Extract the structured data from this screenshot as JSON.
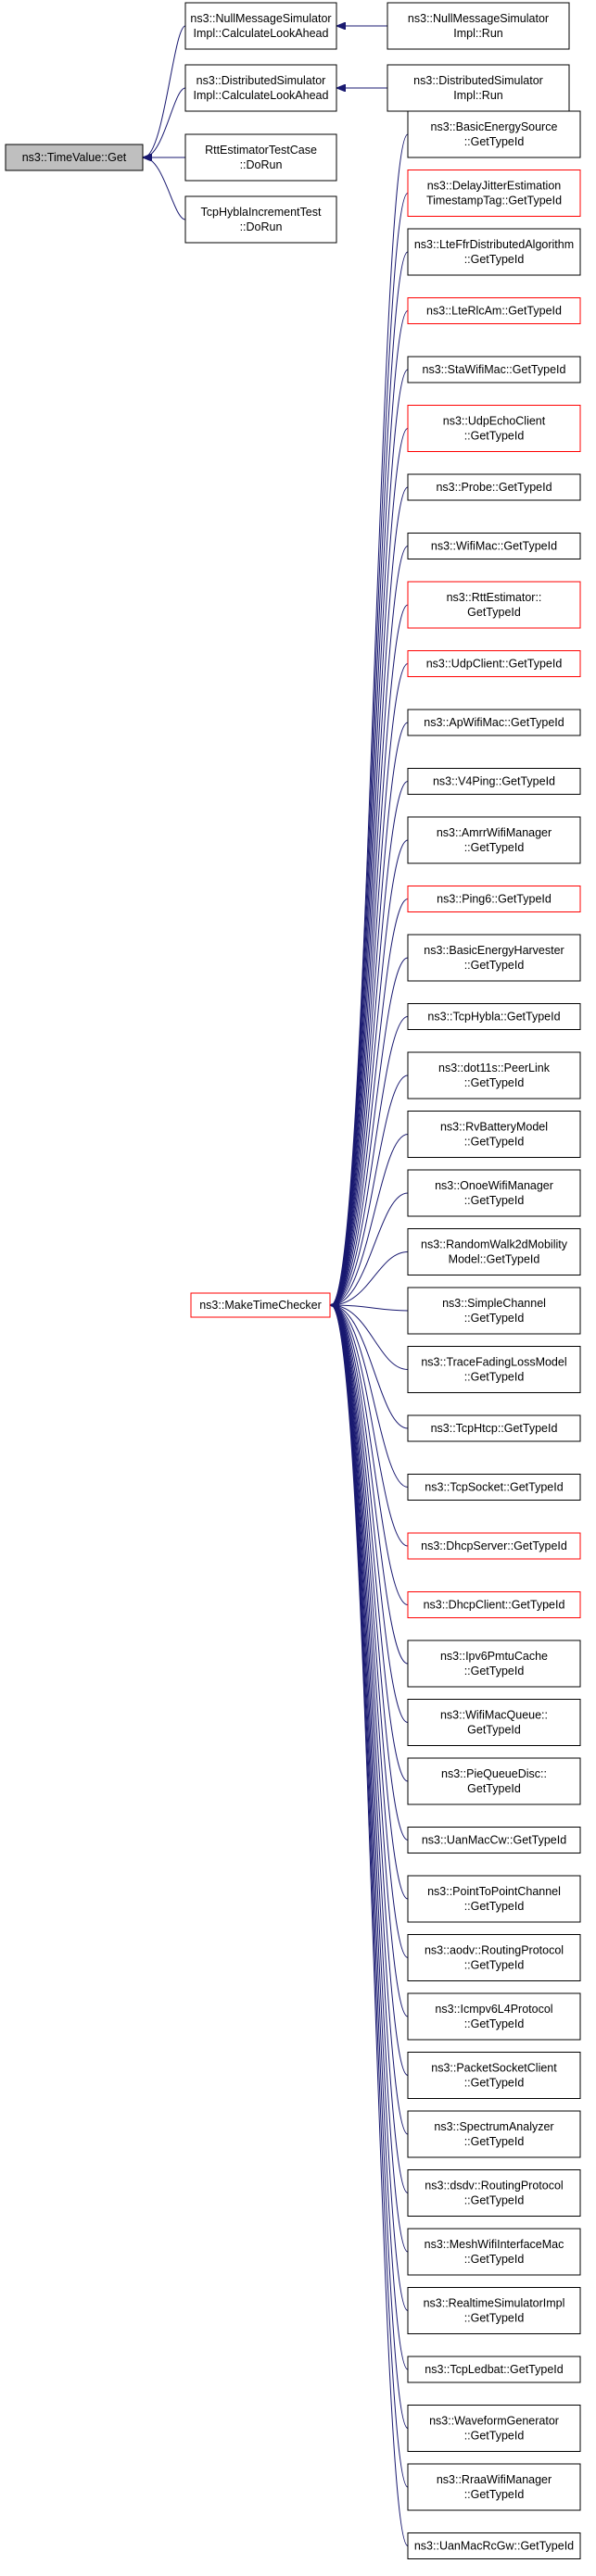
{
  "diagram": {
    "type": "caller-graph",
    "colors": {
      "edge": "#191970",
      "focus_fill": "#bfbfbf",
      "red_border": "#ff0000",
      "black_border": "#000000"
    },
    "nodes": [
      {
        "id": "timevalue_get",
        "lines": [
          "ns3::TimeValue::Get"
        ],
        "style": "focus"
      },
      {
        "id": "nullmsg_lookahead",
        "lines": [
          "ns3::NullMessageSimulator",
          "Impl::CalculateLookAhead"
        ],
        "style": "black"
      },
      {
        "id": "nullmsg_run",
        "lines": [
          "ns3::NullMessageSimulator",
          "Impl::Run"
        ],
        "style": "black"
      },
      {
        "id": "distsim_lookahead",
        "lines": [
          "ns3::DistributedSimulator",
          "Impl::CalculateLookAhead"
        ],
        "style": "black"
      },
      {
        "id": "distsim_run",
        "lines": [
          "ns3::DistributedSimulator",
          "Impl::Run"
        ],
        "style": "black"
      },
      {
        "id": "rttest_dorun",
        "lines": [
          "RttEstimatorTestCase",
          "::DoRun"
        ],
        "style": "black"
      },
      {
        "id": "tcphybla_dorun",
        "lines": [
          "TcpHyblaIncrementTest",
          "::DoRun"
        ],
        "style": "black"
      },
      {
        "id": "maketimechecker",
        "lines": [
          "ns3::MakeTimeChecker"
        ],
        "style": "red"
      },
      {
        "id": "c1",
        "lines": [
          "ns3::BasicEnergySource",
          "::GetTypeId"
        ],
        "style": "black"
      },
      {
        "id": "c2",
        "lines": [
          "ns3::DelayJitterEstimation",
          "TimestampTag::GetTypeId"
        ],
        "style": "red"
      },
      {
        "id": "c3",
        "lines": [
          "ns3::LteFfrDistributedAlgorithm",
          "::GetTypeId"
        ],
        "style": "black"
      },
      {
        "id": "c4",
        "lines": [
          "ns3::LteRlcAm::GetTypeId"
        ],
        "style": "red"
      },
      {
        "id": "c5",
        "lines": [
          "ns3::StaWifiMac::GetTypeId"
        ],
        "style": "black"
      },
      {
        "id": "c6",
        "lines": [
          "ns3::UdpEchoClient",
          "::GetTypeId"
        ],
        "style": "red"
      },
      {
        "id": "c7",
        "lines": [
          "ns3::Probe::GetTypeId"
        ],
        "style": "black"
      },
      {
        "id": "c8",
        "lines": [
          "ns3::WifiMac::GetTypeId"
        ],
        "style": "black"
      },
      {
        "id": "c9",
        "lines": [
          "ns3::RttEstimator::",
          "GetTypeId"
        ],
        "style": "red"
      },
      {
        "id": "c10",
        "lines": [
          "ns3::UdpClient::GetTypeId"
        ],
        "style": "red"
      },
      {
        "id": "c11",
        "lines": [
          "ns3::ApWifiMac::GetTypeId"
        ],
        "style": "black"
      },
      {
        "id": "c12",
        "lines": [
          "ns3::V4Ping::GetTypeId"
        ],
        "style": "black"
      },
      {
        "id": "c13",
        "lines": [
          "ns3::AmrrWifiManager",
          "::GetTypeId"
        ],
        "style": "black"
      },
      {
        "id": "c14",
        "lines": [
          "ns3::Ping6::GetTypeId"
        ],
        "style": "red"
      },
      {
        "id": "c15",
        "lines": [
          "ns3::BasicEnergyHarvester",
          "::GetTypeId"
        ],
        "style": "black"
      },
      {
        "id": "c16",
        "lines": [
          "ns3::TcpHybla::GetTypeId"
        ],
        "style": "black"
      },
      {
        "id": "c17",
        "lines": [
          "ns3::dot11s::PeerLink",
          "::GetTypeId"
        ],
        "style": "black"
      },
      {
        "id": "c18",
        "lines": [
          "ns3::RvBatteryModel",
          "::GetTypeId"
        ],
        "style": "black"
      },
      {
        "id": "c19",
        "lines": [
          "ns3::OnoeWifiManager",
          "::GetTypeId"
        ],
        "style": "black"
      },
      {
        "id": "c20",
        "lines": [
          "ns3::RandomWalk2dMobility",
          "Model::GetTypeId"
        ],
        "style": "black"
      },
      {
        "id": "c21",
        "lines": [
          "ns3::SimpleChannel",
          "::GetTypeId"
        ],
        "style": "black"
      },
      {
        "id": "c22",
        "lines": [
          "ns3::TraceFadingLossModel",
          "::GetTypeId"
        ],
        "style": "black"
      },
      {
        "id": "c23",
        "lines": [
          "ns3::TcpHtcp::GetTypeId"
        ],
        "style": "black"
      },
      {
        "id": "c24",
        "lines": [
          "ns3::TcpSocket::GetTypeId"
        ],
        "style": "black"
      },
      {
        "id": "c25",
        "lines": [
          "ns3::DhcpServer::GetTypeId"
        ],
        "style": "red"
      },
      {
        "id": "c26",
        "lines": [
          "ns3::DhcpClient::GetTypeId"
        ],
        "style": "red"
      },
      {
        "id": "c27",
        "lines": [
          "ns3::Ipv6PmtuCache",
          "::GetTypeId"
        ],
        "style": "black"
      },
      {
        "id": "c28",
        "lines": [
          "ns3::WifiMacQueue::",
          "GetTypeId"
        ],
        "style": "black"
      },
      {
        "id": "c29",
        "lines": [
          "ns3::PieQueueDisc::",
          "GetTypeId"
        ],
        "style": "black"
      },
      {
        "id": "c30",
        "lines": [
          "ns3::UanMacCw::GetTypeId"
        ],
        "style": "black"
      },
      {
        "id": "c31",
        "lines": [
          "ns3::PointToPointChannel",
          "::GetTypeId"
        ],
        "style": "black"
      },
      {
        "id": "c32",
        "lines": [
          "ns3::aodv::RoutingProtocol",
          "::GetTypeId"
        ],
        "style": "black"
      },
      {
        "id": "c33",
        "lines": [
          "ns3::Icmpv6L4Protocol",
          "::GetTypeId"
        ],
        "style": "black"
      },
      {
        "id": "c34",
        "lines": [
          "ns3::PacketSocketClient",
          "::GetTypeId"
        ],
        "style": "black"
      },
      {
        "id": "c35",
        "lines": [
          "ns3::SpectrumAnalyzer",
          "::GetTypeId"
        ],
        "style": "black"
      },
      {
        "id": "c36",
        "lines": [
          "ns3::dsdv::RoutingProtocol",
          "::GetTypeId"
        ],
        "style": "black"
      },
      {
        "id": "c37",
        "lines": [
          "ns3::MeshWifiInterfaceMac",
          "::GetTypeId"
        ],
        "style": "black"
      },
      {
        "id": "c38",
        "lines": [
          "ns3::RealtimeSimulatorImpl",
          "::GetTypeId"
        ],
        "style": "black"
      },
      {
        "id": "c39",
        "lines": [
          "ns3::TcpLedbat::GetTypeId"
        ],
        "style": "black"
      },
      {
        "id": "c40",
        "lines": [
          "ns3::WaveformGenerator",
          "::GetTypeId"
        ],
        "style": "black"
      },
      {
        "id": "c41",
        "lines": [
          "ns3::RraaWifiManager",
          "::GetTypeId"
        ],
        "style": "black"
      },
      {
        "id": "c42",
        "lines": [
          "ns3::UanMacRcGw::GetTypeId"
        ],
        "style": "black"
      }
    ],
    "edges": [
      {
        "from": "nullmsg_lookahead",
        "to": "timevalue_get"
      },
      {
        "from": "distsim_lookahead",
        "to": "timevalue_get"
      },
      {
        "from": "rttest_dorun",
        "to": "timevalue_get"
      },
      {
        "from": "tcphybla_dorun",
        "to": "timevalue_get"
      },
      {
        "from": "nullmsg_run",
        "to": "nullmsg_lookahead"
      },
      {
        "from": "distsim_run",
        "to": "distsim_lookahead"
      },
      {
        "from": "c1",
        "to": "maketimechecker"
      },
      {
        "from": "c2",
        "to": "maketimechecker"
      },
      {
        "from": "c3",
        "to": "maketimechecker"
      },
      {
        "from": "c4",
        "to": "maketimechecker"
      },
      {
        "from": "c5",
        "to": "maketimechecker"
      },
      {
        "from": "c6",
        "to": "maketimechecker"
      },
      {
        "from": "c7",
        "to": "maketimechecker"
      },
      {
        "from": "c8",
        "to": "maketimechecker"
      },
      {
        "from": "c9",
        "to": "maketimechecker"
      },
      {
        "from": "c10",
        "to": "maketimechecker"
      },
      {
        "from": "c11",
        "to": "maketimechecker"
      },
      {
        "from": "c12",
        "to": "maketimechecker"
      },
      {
        "from": "c13",
        "to": "maketimechecker"
      },
      {
        "from": "c14",
        "to": "maketimechecker"
      },
      {
        "from": "c15",
        "to": "maketimechecker"
      },
      {
        "from": "c16",
        "to": "maketimechecker"
      },
      {
        "from": "c17",
        "to": "maketimechecker"
      },
      {
        "from": "c18",
        "to": "maketimechecker"
      },
      {
        "from": "c19",
        "to": "maketimechecker"
      },
      {
        "from": "c20",
        "to": "maketimechecker"
      },
      {
        "from": "c21",
        "to": "maketimechecker"
      },
      {
        "from": "c22",
        "to": "maketimechecker"
      },
      {
        "from": "c23",
        "to": "maketimechecker"
      },
      {
        "from": "c24",
        "to": "maketimechecker"
      },
      {
        "from": "c25",
        "to": "maketimechecker"
      },
      {
        "from": "c26",
        "to": "maketimechecker"
      },
      {
        "from": "c27",
        "to": "maketimechecker"
      },
      {
        "from": "c28",
        "to": "maketimechecker"
      },
      {
        "from": "c29",
        "to": "maketimechecker"
      },
      {
        "from": "c30",
        "to": "maketimechecker"
      },
      {
        "from": "c31",
        "to": "maketimechecker"
      },
      {
        "from": "c32",
        "to": "maketimechecker"
      },
      {
        "from": "c33",
        "to": "maketimechecker"
      },
      {
        "from": "c34",
        "to": "maketimechecker"
      },
      {
        "from": "c35",
        "to": "maketimechecker"
      },
      {
        "from": "c36",
        "to": "maketimechecker"
      },
      {
        "from": "c37",
        "to": "maketimechecker"
      },
      {
        "from": "c38",
        "to": "maketimechecker"
      },
      {
        "from": "c39",
        "to": "maketimechecker"
      },
      {
        "from": "c40",
        "to": "maketimechecker"
      },
      {
        "from": "c41",
        "to": "maketimechecker"
      },
      {
        "from": "c42",
        "to": "maketimechecker"
      }
    ]
  }
}
